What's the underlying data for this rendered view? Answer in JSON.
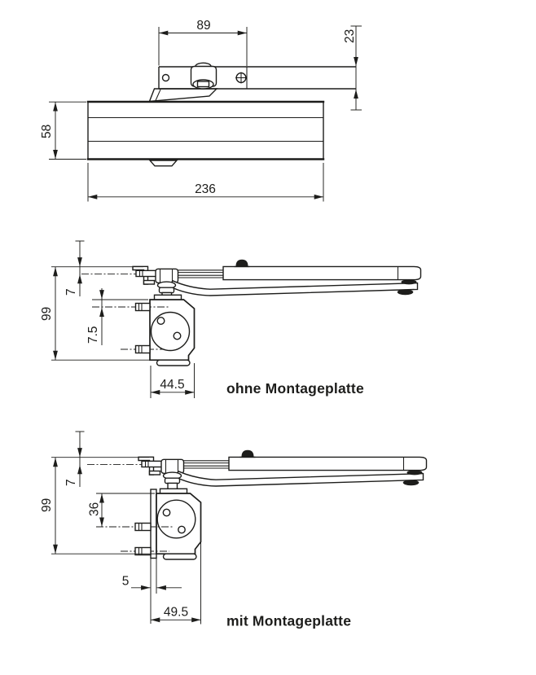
{
  "drawing": {
    "background": "#ffffff",
    "line_color": "#1d1d1b",
    "views": {
      "top": {
        "name": "top view of door closer with slide rail",
        "dims": {
          "bracket_width": "89",
          "rail_height": "23",
          "body_height": "58",
          "body_length": "236"
        }
      },
      "side_without_plate": {
        "label": "ohne Montageplatte",
        "dims": {
          "axis_offset": "7",
          "total_height": "99",
          "first_screw_offset": "7.5",
          "body_depth": "44.5"
        }
      },
      "side_with_plate": {
        "label": "mit Montageplatte",
        "dims": {
          "axis_offset": "7",
          "total_height": "99",
          "first_screw_offset": "36",
          "plate_thickness": "5",
          "body_depth": "49.5"
        }
      }
    }
  }
}
